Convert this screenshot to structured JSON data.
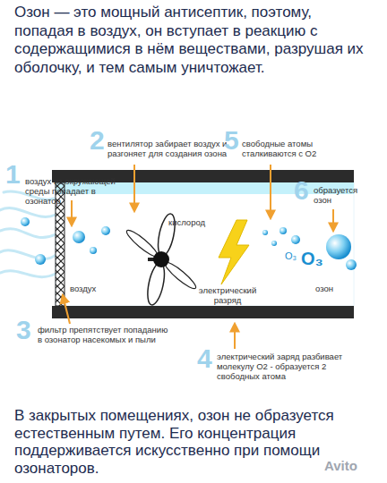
{
  "diagram": {
    "title": "Озон — это мощный антисептик, поэтому, попадая в воздух, он вступает в реакцию с содержащимися в нём веществами, разрушая их оболочку, и тем самым уничтожает.",
    "caption": "В закрытых помещениях, озон не образуется естественным путем. Его концентрация поддерживается искусственно при помощи озонаторов.",
    "labels": [
      "2",
      "вентилятор забирает воздух и разгоняет для создания озона",
      "5",
      "свободные атомы сталкиваются с О2",
      "1",
      "воздух из окружающей среды попадает в озонатор",
      "6",
      "образуется озон",
      "кислород",
      "O₃",
      "O₃",
      "воздух",
      "электрический разряд",
      "озон",
      "3",
      "фильтр препятствует попаданию в озонатор насекомых и пыли",
      "4",
      "электрический заряд разбивает молекулу О2 - образуется 2 свободных атома",
      "Avito"
    ]
  }
}
